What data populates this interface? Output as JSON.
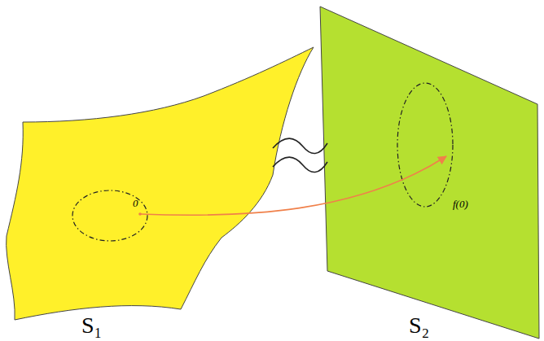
{
  "diagram": {
    "labels": [
      "0",
      "f(0)",
      "S₁",
      "S₂"
    ]
  }
}
